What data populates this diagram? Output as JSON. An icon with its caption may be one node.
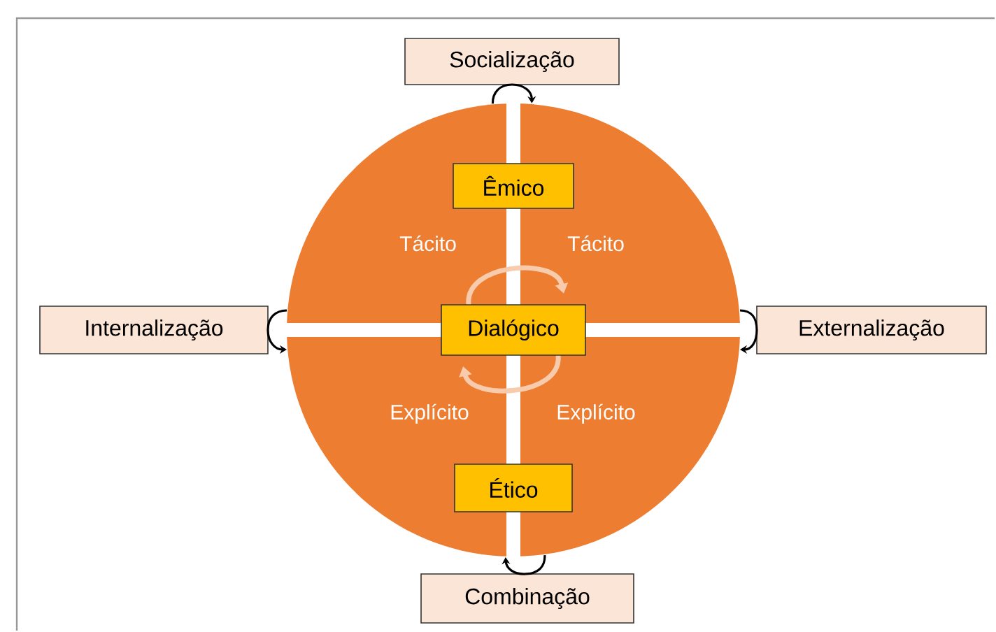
{
  "diagram": {
    "nodes": [
      {
        "text": [
          "Tácito",
          "Tácito",
          "Explícito",
          "Explícito"
        ]
      },
      {
        "text": [
          "Socialização"
        ]
      },
      {
        "text": [
          "Êmico"
        ],
        "in": 0
      },
      {
        "text": [
          "Internalização"
        ]
      },
      {
        "text": [
          "Dialógico"
        ],
        "in": 0
      },
      {
        "text": [
          "Externalização"
        ]
      },
      {
        "text": [
          "Ético"
        ],
        "in": 0
      },
      {
        "text": [
          "Combinação"
        ]
      }
    ],
    "edges": [
      {
        "from": 0,
        "to": 1,
        "arrow": "to"
      },
      {
        "from": 0,
        "to": 3,
        "arrow": "to"
      },
      {
        "from": 0,
        "to": 5,
        "arrow": "to"
      },
      {
        "from": 0,
        "to": 7,
        "arrow": "to"
      }
    ]
  }
}
